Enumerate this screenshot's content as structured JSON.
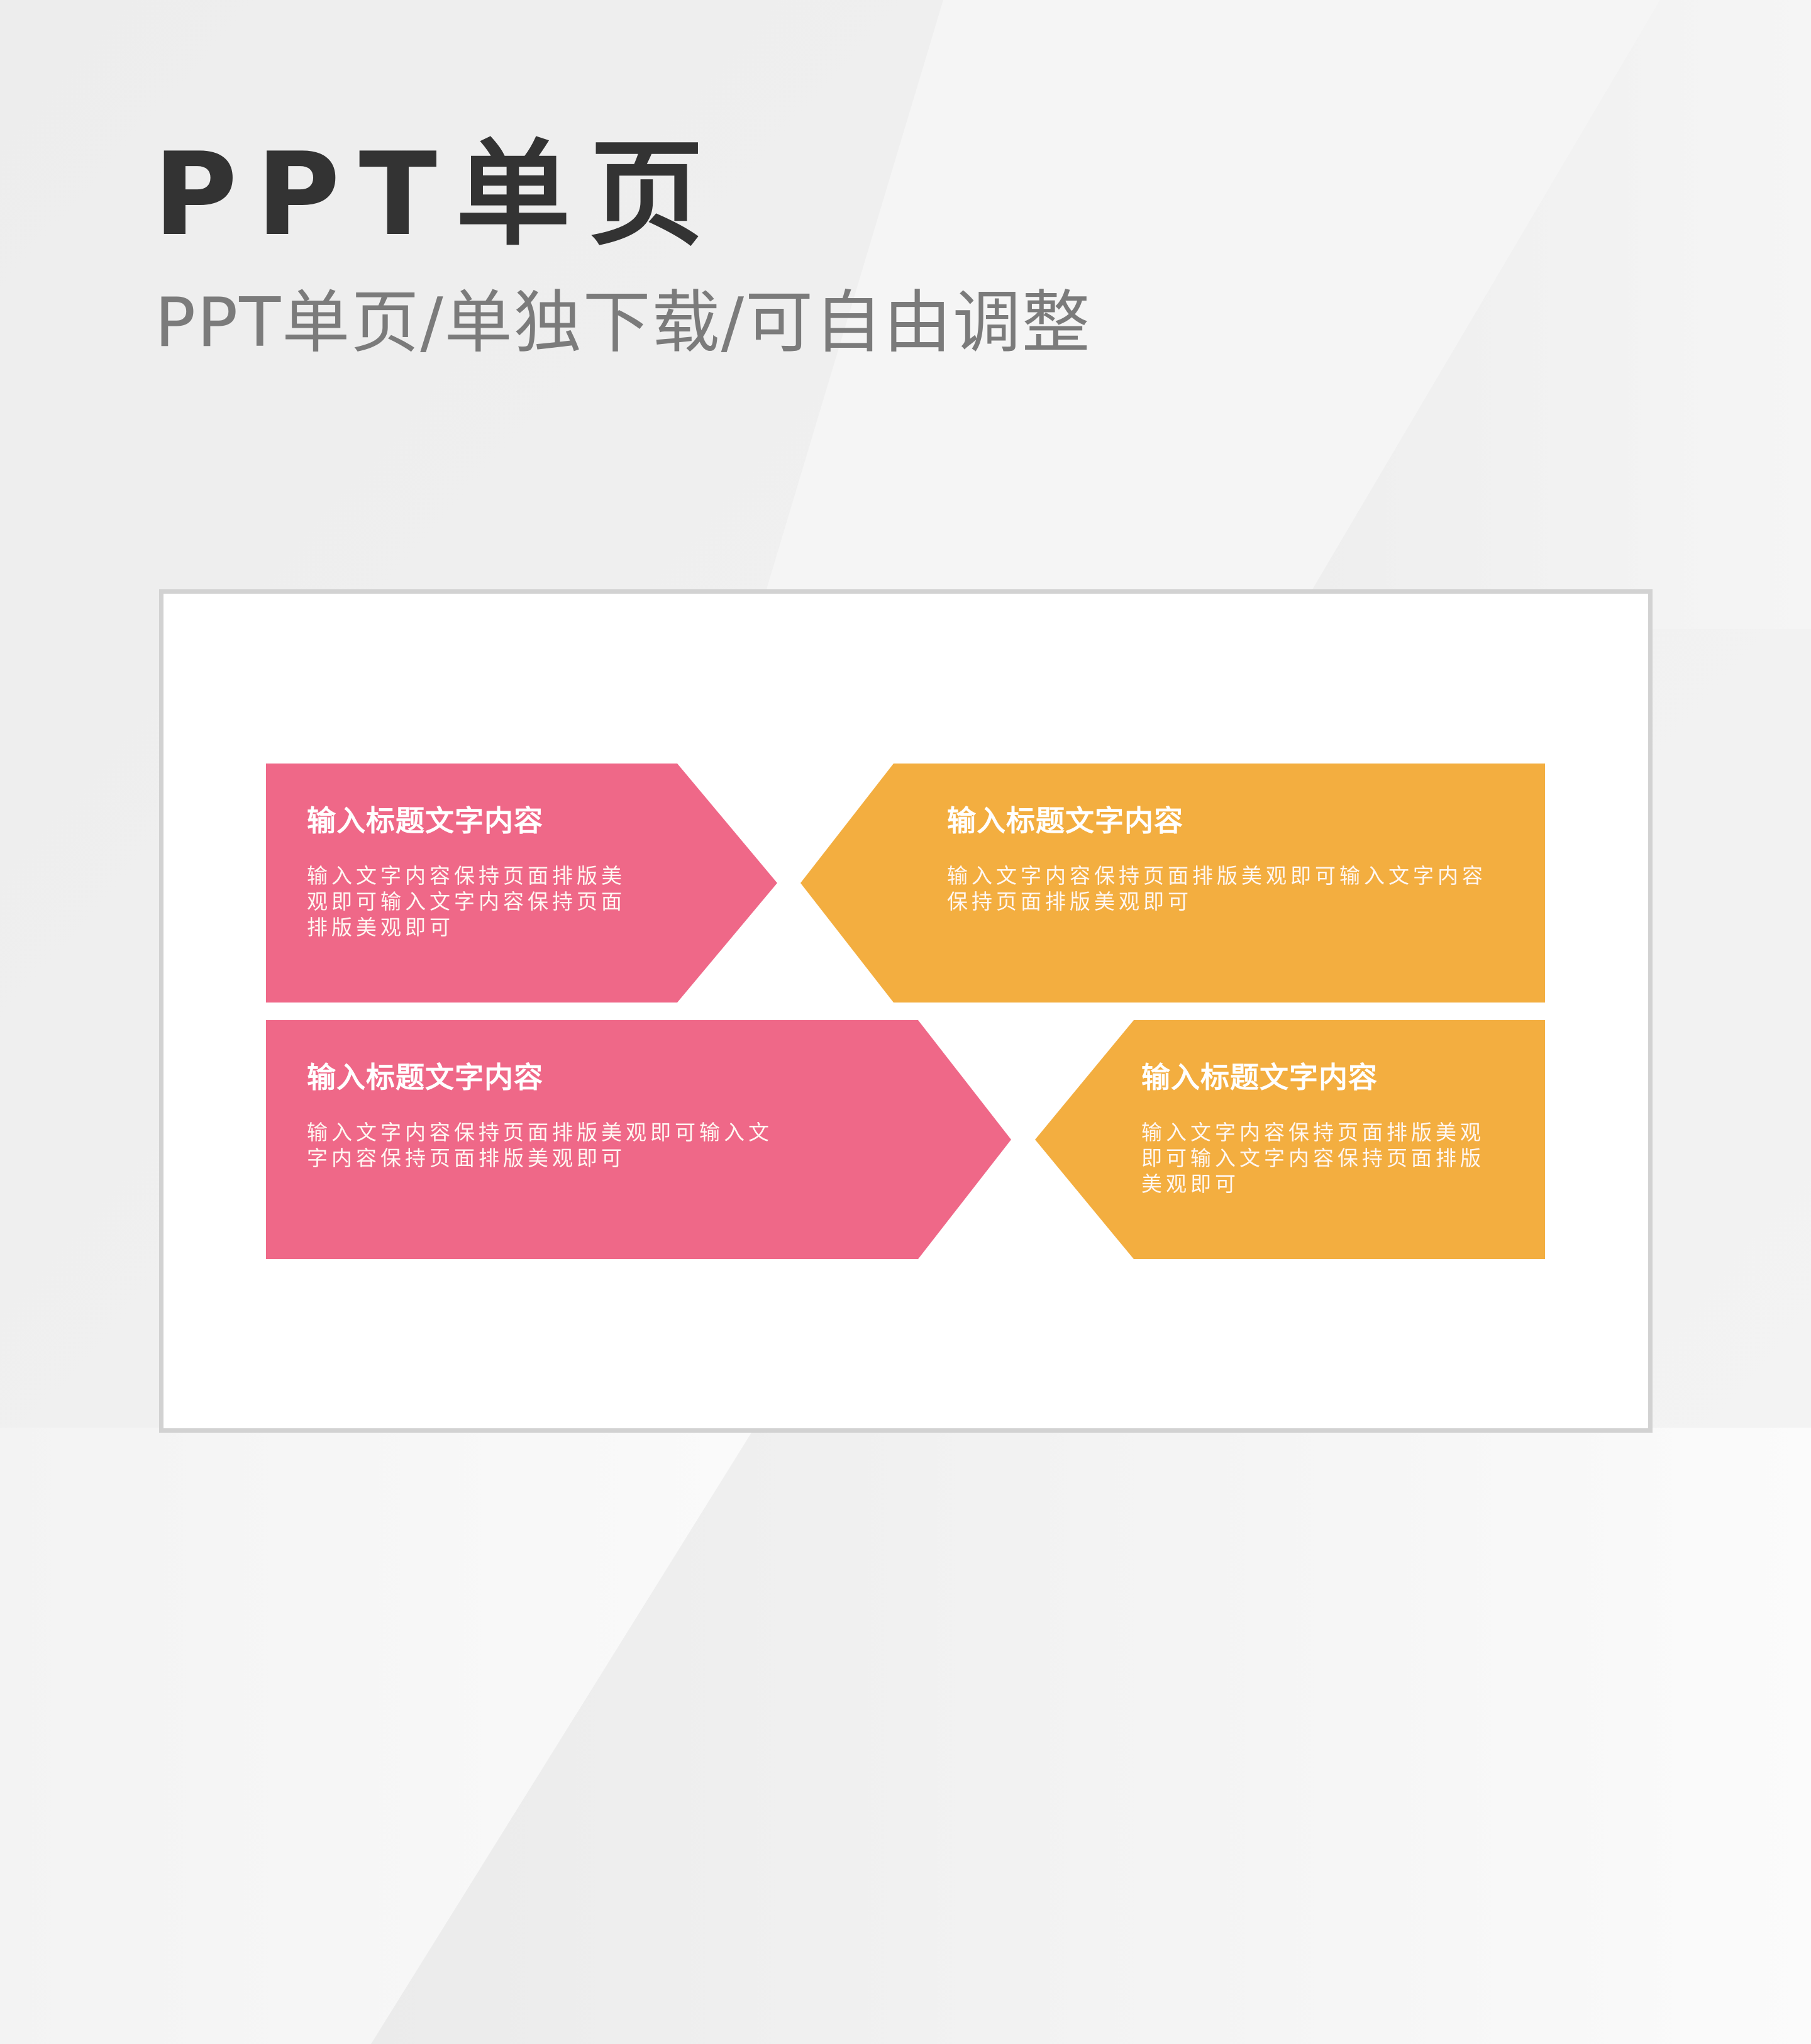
{
  "header": {
    "title": "PPT单页",
    "subtitle": "PPT单页/单独下载/可自由调整"
  },
  "colors": {
    "background": "#eeeeee",
    "title": "#333333",
    "subtitle": "#7b7b7b",
    "frame_border": "#d2d2d2",
    "pink": "#ef6888",
    "orange": "#f3ae40"
  },
  "slide": {
    "cards": [
      {
        "color": "pink",
        "direction": "right",
        "title": "输入标题文字内容",
        "body_lines": [
          "输入文字内容保持页面排版美",
          "观即可输入文字内容保持页面",
          "排版美观即可"
        ]
      },
      {
        "color": "orange",
        "direction": "left",
        "title": "输入标题文字内容",
        "body_lines": [
          "输入文字内容保持页面排版美观即可输入文字内容",
          "保持页面排版美观即可"
        ]
      },
      {
        "color": "pink",
        "direction": "right",
        "title": "输入标题文字内容",
        "body_lines": [
          "输入文字内容保持页面排版美观即可输入文",
          "字内容保持页面排版美观即可"
        ]
      },
      {
        "color": "orange",
        "direction": "left",
        "title": "输入标题文字内容",
        "body_lines": [
          "输入文字内容保持页面排版美观",
          "即可输入文字内容保持页面排版",
          "美观即可"
        ]
      }
    ]
  }
}
